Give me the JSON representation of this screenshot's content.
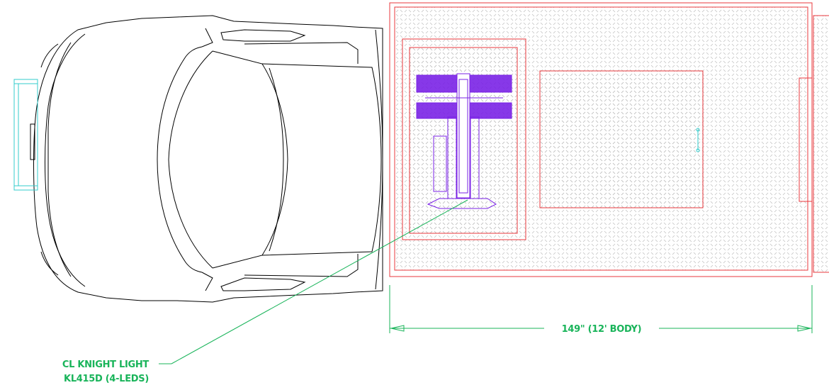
{
  "dimension": {
    "label": "149\" (12' BODY)"
  },
  "callout": {
    "line1": "CL KNIGHT LIGHT",
    "line2": "KL415D (4-LEDS)"
  },
  "colors": {
    "body_outline": "#e8383d",
    "truck_outline": "#000000",
    "plate_pattern": "#b8b8b8",
    "dimension": "#19b45a",
    "light": "#7a22e6",
    "hitch": "#33cccc"
  }
}
